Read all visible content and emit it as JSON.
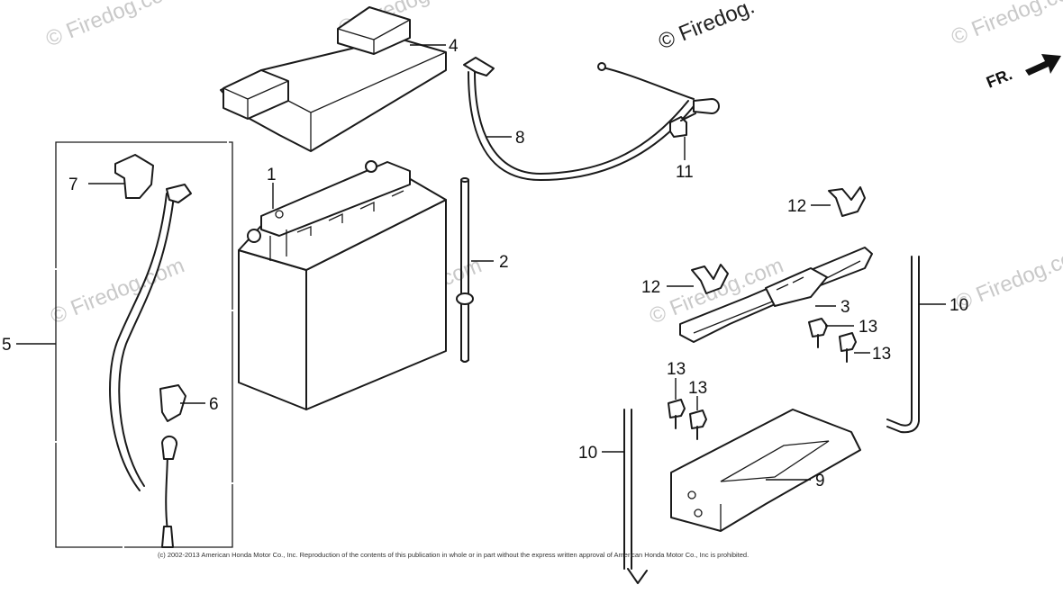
{
  "watermarks": {
    "text": "© Firedog.com",
    "highlighted": "© Firedog."
  },
  "direction": {
    "label": "FR."
  },
  "callouts": {
    "c1": "1",
    "c2": "2",
    "c3": "3",
    "c4": "4",
    "c5": "5",
    "c6": "6",
    "c7": "7",
    "c8": "8",
    "c9": "9",
    "c10a": "10",
    "c10b": "10",
    "c11": "11",
    "c12a": "12",
    "c12b": "12",
    "c13a": "13",
    "c13b": "13",
    "c13c": "13",
    "c13d": "13"
  },
  "footer": {
    "copyright": "(c) 2002-2013 American Honda Motor Co., Inc. Reproduction of the contents of this publication in whole or in part without the express written approval of American Honda Motor Co., Inc is prohibited."
  },
  "colors": {
    "line": "#1a1a1a",
    "watermark": "#c9c9c9",
    "background": "#ffffff"
  }
}
